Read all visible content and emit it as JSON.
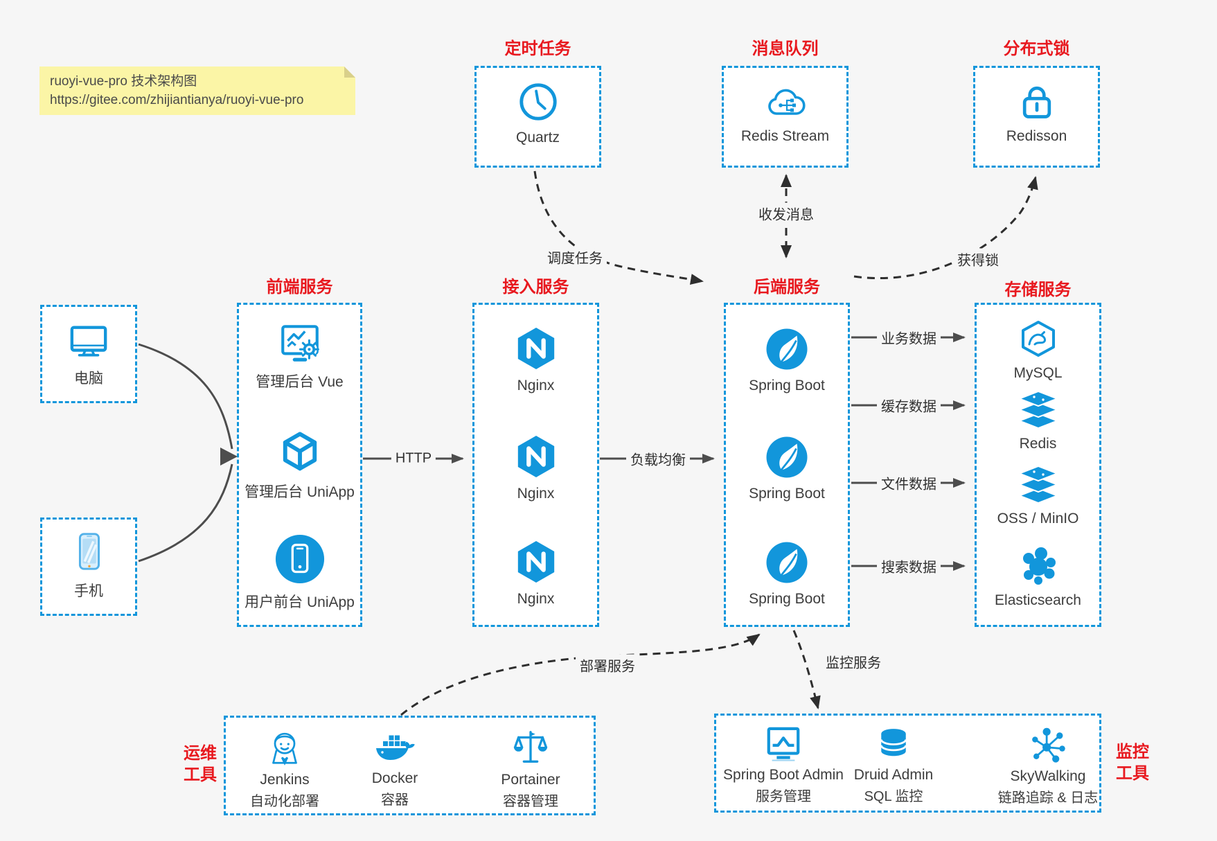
{
  "note": {
    "line1": "ruoyi-vue-pro 技术架构图",
    "line2": "https://gitee.com/zhijiantianya/ruoyi-vue-pro"
  },
  "groups": {
    "scheduled": {
      "title": "定时任务",
      "node": {
        "label": "Quartz",
        "icon": "clock-icon"
      }
    },
    "mq": {
      "title": "消息队列",
      "node": {
        "label": "Redis Stream",
        "icon": "cloud-stream-icon"
      }
    },
    "lock": {
      "title": "分布式锁",
      "node": {
        "label": "Redisson",
        "icon": "lock-icon"
      }
    },
    "clients": {
      "computer": {
        "label": "电脑",
        "icon": "desktop-icon"
      },
      "phone": {
        "label": "手机",
        "icon": "smartphone-icon"
      }
    },
    "frontend": {
      "title": "前端服务",
      "items": [
        {
          "label": "管理后台 Vue",
          "icon": "admin-vue-icon"
        },
        {
          "label": "管理后台 UniApp",
          "icon": "uniapp-cube-icon"
        },
        {
          "label": "用户前台 UniApp",
          "icon": "user-app-icon"
        }
      ]
    },
    "gateway": {
      "title": "接入服务",
      "items": [
        {
          "label": "Nginx",
          "icon": "nginx-icon"
        },
        {
          "label": "Nginx",
          "icon": "nginx-icon"
        },
        {
          "label": "Nginx",
          "icon": "nginx-icon"
        }
      ]
    },
    "backend": {
      "title": "后端服务",
      "items": [
        {
          "label": "Spring Boot",
          "icon": "spring-icon"
        },
        {
          "label": "Spring Boot",
          "icon": "spring-icon"
        },
        {
          "label": "Spring Boot",
          "icon": "spring-icon"
        }
      ]
    },
    "storage": {
      "title": "存储服务",
      "items": [
        {
          "label": "MySQL",
          "icon": "mysql-icon"
        },
        {
          "label": "Redis",
          "icon": "redis-stack-icon"
        },
        {
          "label": "OSS / MinIO",
          "icon": "oss-stack-icon"
        },
        {
          "label": "Elasticsearch",
          "icon": "elasticsearch-icon"
        }
      ]
    },
    "devops": {
      "title_lines": [
        "运维",
        "工具"
      ],
      "items": [
        {
          "name": "Jenkins",
          "desc": "自动化部署",
          "icon": "jenkins-icon"
        },
        {
          "name": "Docker",
          "desc": "容器",
          "icon": "docker-icon"
        },
        {
          "name": "Portainer",
          "desc": "容器管理",
          "icon": "portainer-icon"
        }
      ]
    },
    "monitoring": {
      "title_lines": [
        "监控",
        "工具"
      ],
      "items": [
        {
          "name": "Spring Boot Admin",
          "desc": "服务管理",
          "icon": "admin-monitor-icon"
        },
        {
          "name": "Druid Admin",
          "desc": "SQL 监控",
          "icon": "database-icon"
        },
        {
          "name": "SkyWalking",
          "desc": "链路追踪 & 日志",
          "icon": "topology-icon"
        }
      ]
    }
  },
  "edges": {
    "schedule": "调度任务",
    "message": "收发消息",
    "acquire_lock": "获得锁",
    "http": "HTTP",
    "load_balance": "负载均衡",
    "business_data": "业务数据",
    "cache_data": "缓存数据",
    "file_data": "文件数据",
    "search_data": "搜索数据",
    "deploy": "部署服务",
    "monitor": "监控服务"
  },
  "colors": {
    "accent_blue": "#1296db",
    "title_red": "#e8191f",
    "note_bg": "#fbf5a6",
    "canvas_bg": "#f6f6f6",
    "arrow_gray": "#4d4d4d",
    "arrow_dark": "#2e2e2e",
    "text": "#3d3d3d"
  }
}
